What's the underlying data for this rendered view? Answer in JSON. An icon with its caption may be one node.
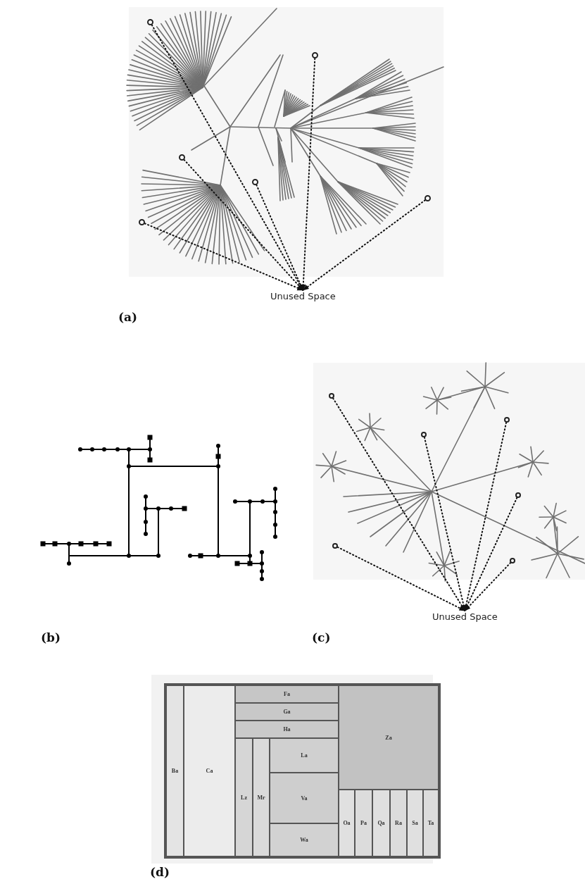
{
  "diagram": {
    "nodes": [
      {
        "text": [],
        "shape": "circle"
      },
      {
        "text": [],
        "shape": "circle"
      },
      {
        "text": [],
        "shape": "circle"
      },
      {
        "text": [],
        "shape": "circle"
      },
      {
        "text": [],
        "shape": "circle"
      },
      {
        "text": [],
        "shape": "circle"
      },
      {
        "text": [
          "Unused Space"
        ]
      },
      {
        "text": [],
        "shape": "circle"
      },
      {
        "text": [],
        "shape": "circle"
      },
      {
        "text": [],
        "shape": "circle"
      },
      {
        "text": [],
        "shape": "circle"
      },
      {
        "text": [],
        "shape": "circle"
      },
      {
        "text": [],
        "shape": "circle"
      },
      {
        "text": [
          "Unused Space"
        ]
      },
      {
        "text": [],
        "shape": "box"
      },
      {
        "text": [
          "Ba"
        ],
        "in": 14
      },
      {
        "text": [
          "Ca"
        ],
        "in": 14
      },
      {
        "text": [
          "Fa"
        ],
        "in": 14
      },
      {
        "text": [
          "Ga"
        ],
        "in": 14
      },
      {
        "text": [
          "Ha"
        ],
        "in": 14
      },
      {
        "text": [
          "Lz"
        ],
        "in": 14
      },
      {
        "text": [
          "Mr"
        ],
        "in": 14
      },
      {
        "text": [
          "La"
        ],
        "in": 14
      },
      {
        "text": [
          "Va"
        ],
        "in": 14
      },
      {
        "text": [
          "Wa"
        ],
        "in": 14
      },
      {
        "text": [
          "Za"
        ],
        "in": 14
      },
      {
        "text": [
          "Oa"
        ],
        "in": 14
      },
      {
        "text": [
          "Pa"
        ],
        "in": 14
      },
      {
        "text": [
          "Qa"
        ],
        "in": 14
      },
      {
        "text": [
          "Ra"
        ],
        "in": 14
      },
      {
        "text": [
          "Sa"
        ],
        "in": 14
      },
      {
        "text": [
          "Ta"
        ],
        "in": 14
      }
    ],
    "edges": [
      {
        "from": 0,
        "to": 6,
        "arrow": "to",
        "style": "dashed"
      },
      {
        "from": 1,
        "to": 6,
        "arrow": "to",
        "style": "dashed"
      },
      {
        "from": 2,
        "to": 6,
        "arrow": "to",
        "style": "dashed"
      },
      {
        "from": 3,
        "to": 6,
        "arrow": "to",
        "style": "dashed"
      },
      {
        "from": 4,
        "to": 6,
        "arrow": "to",
        "style": "dashed"
      },
      {
        "from": 5,
        "to": 6,
        "arrow": "to",
        "style": "dashed"
      },
      {
        "from": 7,
        "to": 13,
        "arrow": "to",
        "style": "dashed"
      },
      {
        "from": 8,
        "to": 13,
        "arrow": "to",
        "style": "dashed"
      },
      {
        "from": 9,
        "to": 13,
        "arrow": "to",
        "style": "dashed"
      },
      {
        "from": 10,
        "to": 13,
        "arrow": "to",
        "style": "dashed"
      },
      {
        "from": 11,
        "to": 13,
        "arrow": "to",
        "style": "dashed"
      },
      {
        "from": 12,
        "to": 13,
        "arrow": "to",
        "style": "dashed"
      }
    ],
    "labels": [
      "(a)",
      "(b)",
      "(c)",
      "(d)"
    ]
  }
}
